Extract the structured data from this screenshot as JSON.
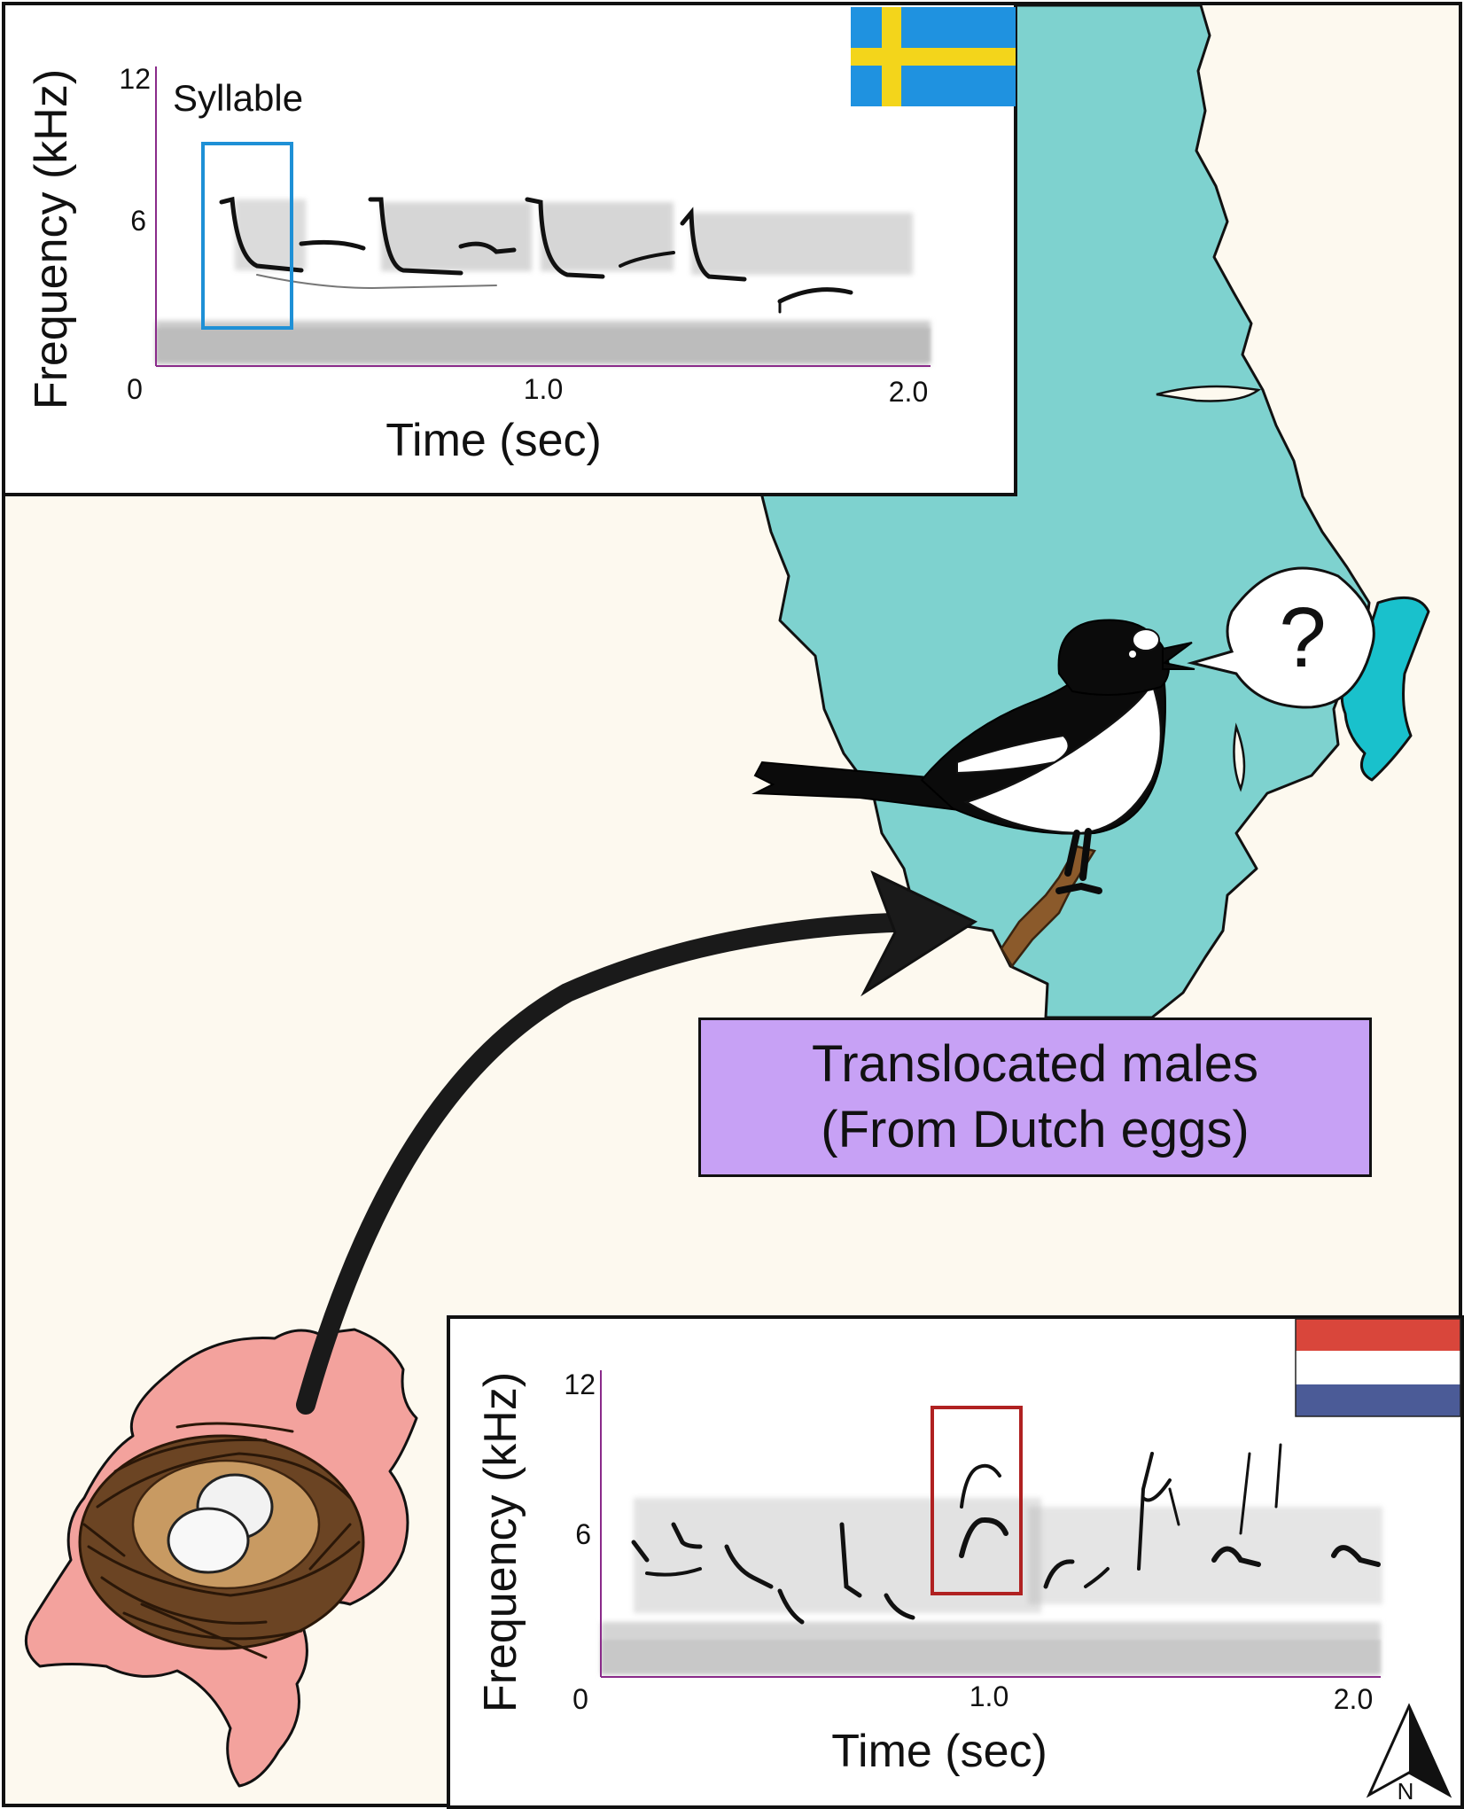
{
  "colors": {
    "background": "#fdf9ef",
    "sweden_map": "#7ed2cf",
    "island": "#19c1cc",
    "netherlands_map": "#f3a29d",
    "label_box": "#c7a1f5",
    "highlight_sweden": "#1e90d6",
    "highlight_netherlands": "#b02121",
    "flag_se_blue": "#1f92e0",
    "flag_se_yellow": "#f3d51b",
    "flag_nl_red": "#d9463b",
    "flag_nl_blue": "#4b5b97"
  },
  "sweden_spectrogram": {
    "ylabel": "Frequency (kHz)",
    "xlabel": "Time (sec)",
    "annotation": "Syllable",
    "y_ticks": [
      "0",
      "6",
      "12"
    ],
    "x_ticks": [
      "1.0",
      "2.0"
    ],
    "flag": "sweden-flag"
  },
  "netherlands_spectrogram": {
    "ylabel": "Frequency (kHz)",
    "xlabel": "Time (sec)",
    "y_ticks": [
      "0",
      "6",
      "12"
    ],
    "x_ticks": [
      "1.0",
      "2.0"
    ],
    "flag": "netherlands-flag"
  },
  "bird": {
    "speech_bubble": "?"
  },
  "label": {
    "line1": "Translocated males",
    "line2": "(From Dutch eggs)"
  },
  "compass": {
    "letter": "N"
  }
}
